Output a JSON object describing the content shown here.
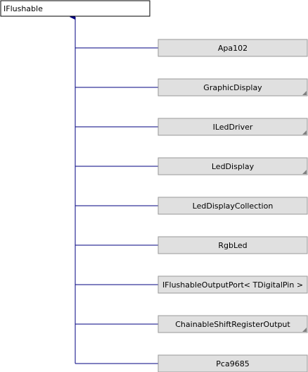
{
  "diagram": {
    "base": {
      "label": "IFlushable",
      "has_more_marker": false
    },
    "derived": [
      {
        "label": "Apa102",
        "has_more_marker": false
      },
      {
        "label": "GraphicDisplay",
        "has_more_marker": true
      },
      {
        "label": "ILedDriver",
        "has_more_marker": true
      },
      {
        "label": "LedDisplay",
        "has_more_marker": true
      },
      {
        "label": "LedDisplayCollection",
        "has_more_marker": false
      },
      {
        "label": "RgbLed",
        "has_more_marker": false
      },
      {
        "label": "IFlushableOutputPort< TDigitalPin >",
        "has_more_marker": false
      },
      {
        "label": "ChainableShiftRegisterOutput",
        "has_more_marker": true
      },
      {
        "label": "Pca9685",
        "has_more_marker": false
      }
    ],
    "colors": {
      "base_fill": "#ffffff",
      "base_border": "#000000",
      "node_fill": "#e0e0e0",
      "node_border": "#999999",
      "edge": "#000080",
      "marker": "#808080"
    }
  }
}
